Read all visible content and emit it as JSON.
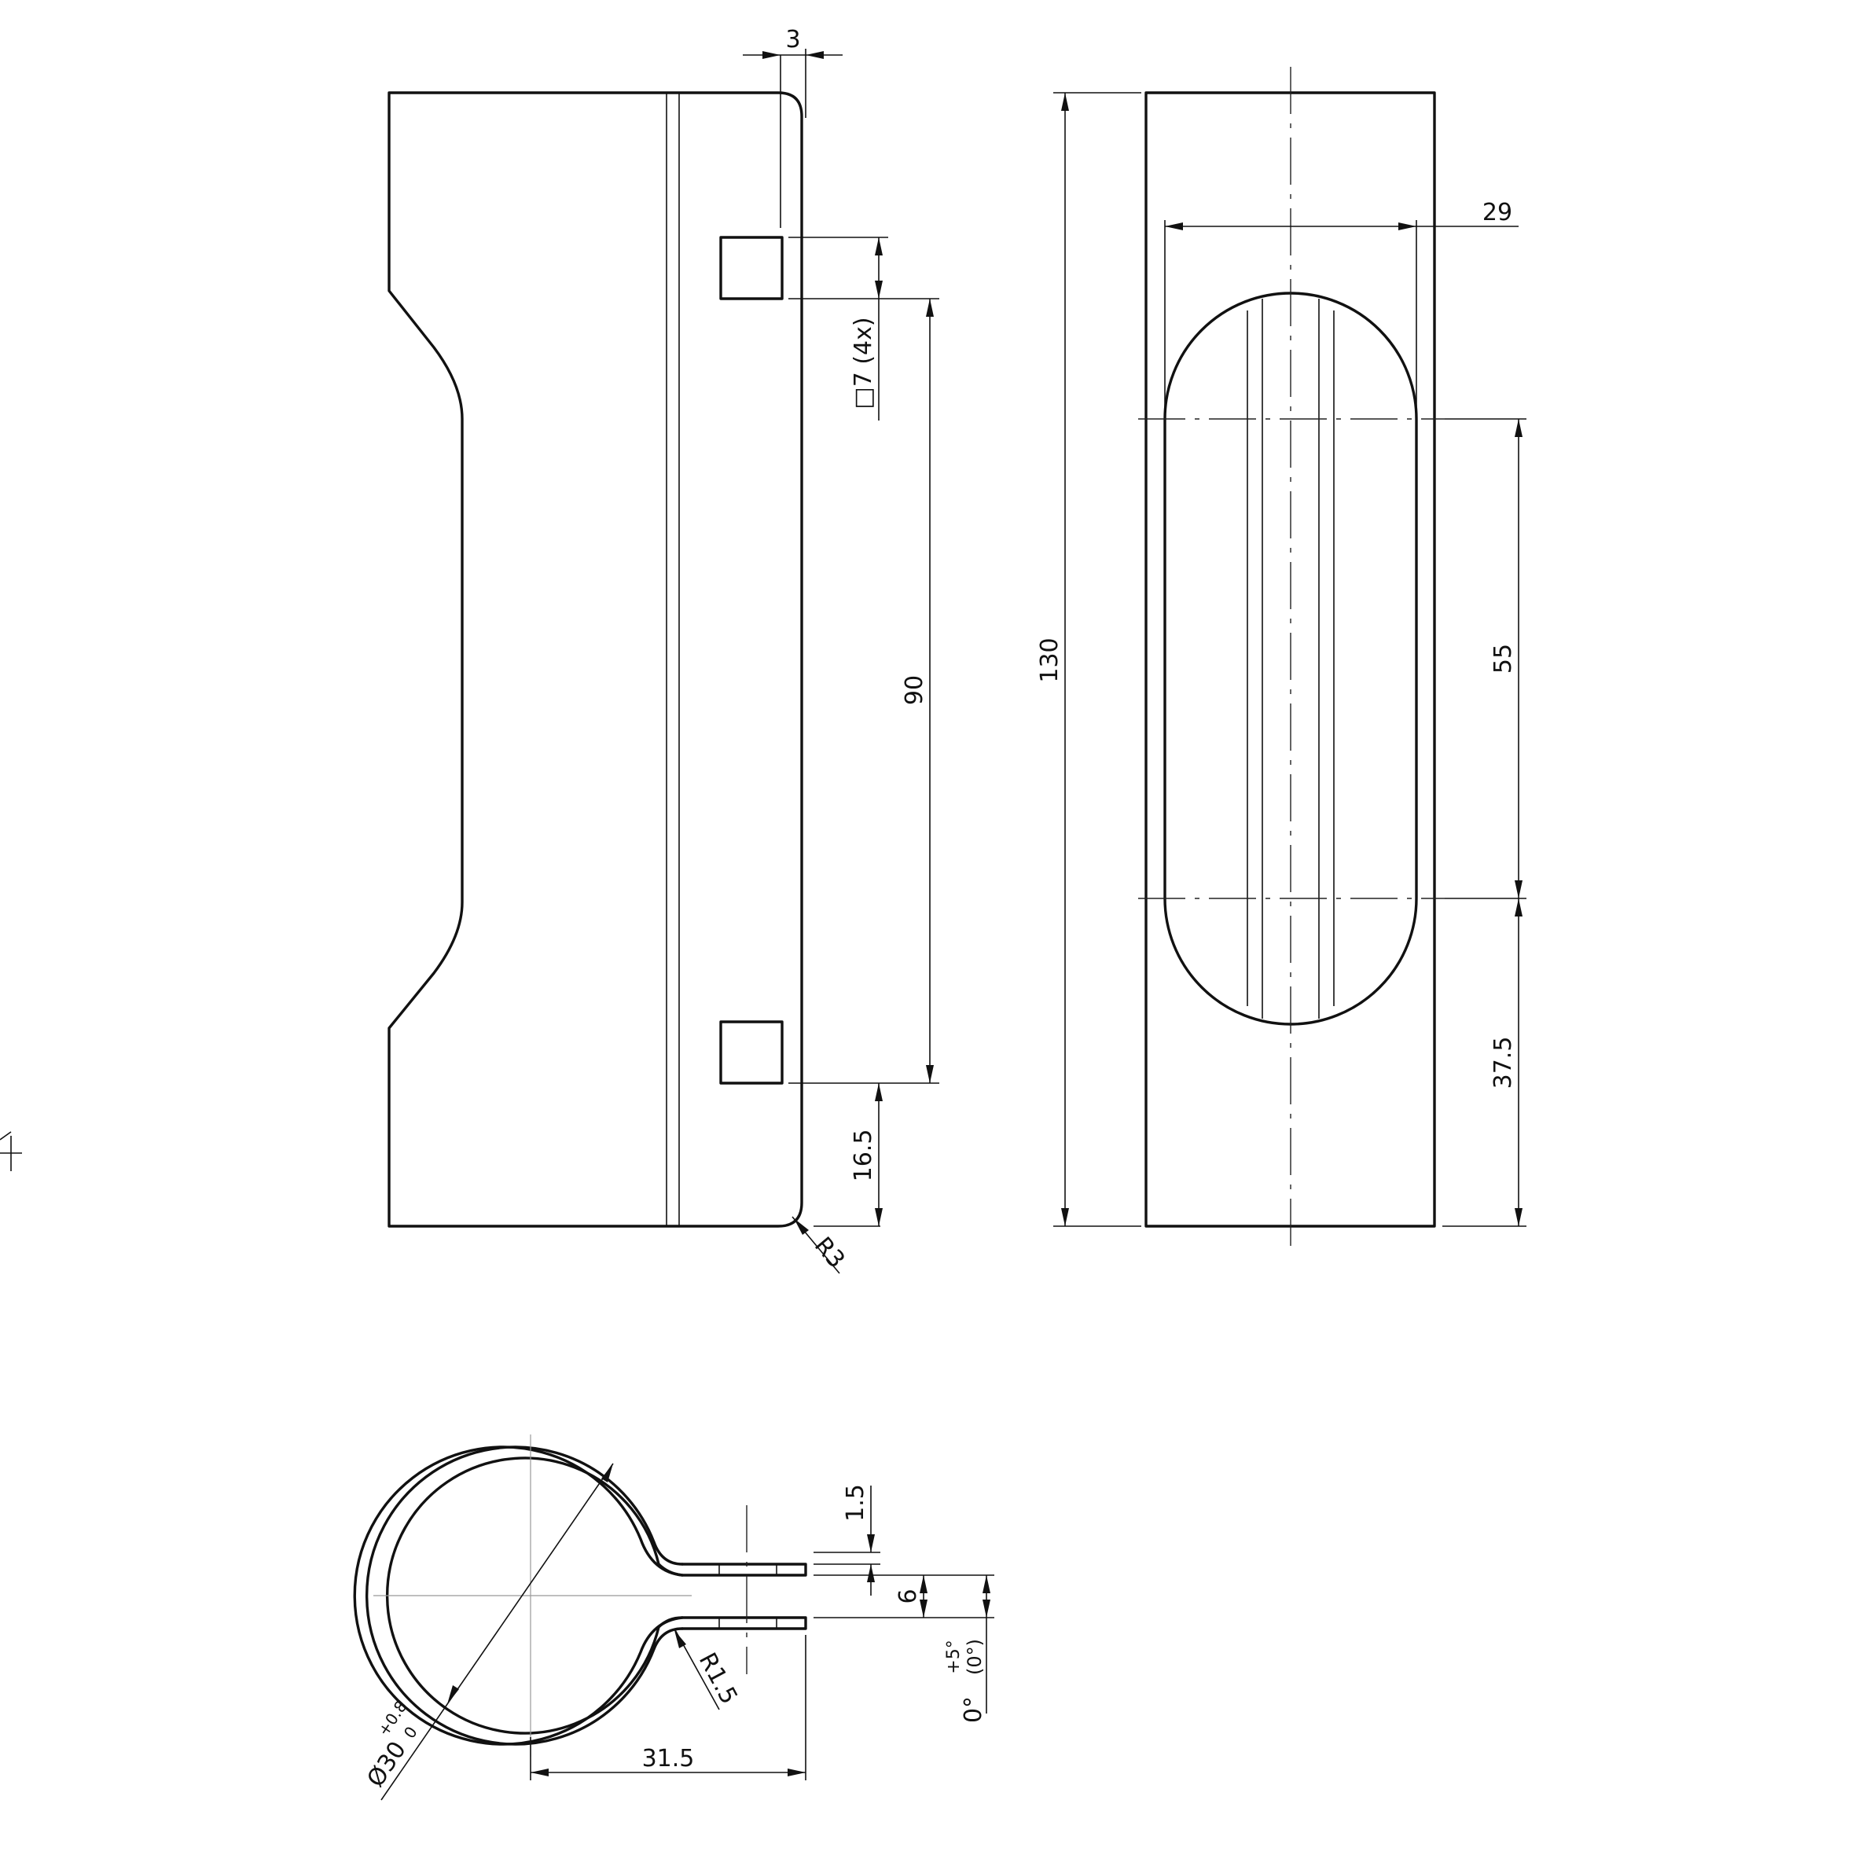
{
  "dimensions": {
    "d_3": "3",
    "d_sq7": "□7 (4x)",
    "d_90": "90",
    "d_16_5": "16.5",
    "d_r3": "R3",
    "d_130": "130",
    "d_29": "29",
    "d_55": "55",
    "d_37_5": "37.5",
    "d_1_5": "1.5",
    "d_6": "6",
    "d_angle": "0°",
    "d_angle_tol": "+5°",
    "d_angle_ref": "(0°)",
    "d_r1_5": "R1.5",
    "d_dia": "Ø30",
    "d_dia_tol": "+0.8",
    "d_dia_tol_low": "0",
    "d_31_5": "31.5"
  }
}
